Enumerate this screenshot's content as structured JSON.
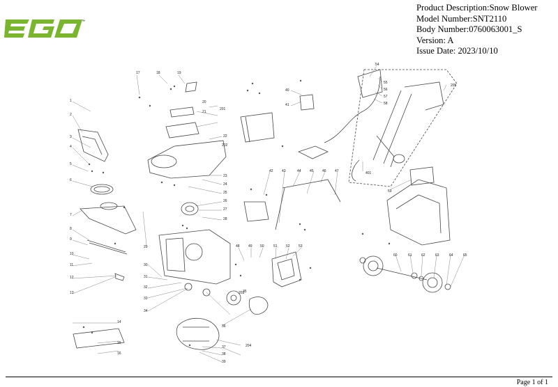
{
  "brand": {
    "name": "EGO",
    "trademark": "™",
    "accent": "#79b62d"
  },
  "info": {
    "description": "Product Description:Snow Blower",
    "model": "Model Number:SNT2110",
    "body": "Body Number:0760063001_S",
    "version": "Version: A",
    "issue_date": "Issue Date: 2023/10/10"
  },
  "footer": {
    "page": "Page 1 of 1"
  },
  "callouts": [
    "1",
    "2",
    "3",
    "4",
    "5",
    "6",
    "7",
    "8",
    "9",
    "10",
    "11",
    "12",
    "13",
    "14",
    "15",
    "16",
    "17",
    "18",
    "19",
    "20",
    "21",
    "22",
    "23",
    "24",
    "25",
    "26",
    "27",
    "28",
    "29",
    "30",
    "31",
    "32",
    "33",
    "34",
    "35",
    "36",
    "37",
    "38",
    "39",
    "40",
    "41",
    "42",
    "43",
    "44",
    "45",
    "46",
    "47",
    "48",
    "49",
    "50",
    "51",
    "52",
    "53",
    "54",
    "55",
    "56",
    "57",
    "58",
    "59",
    "60",
    "61",
    "62",
    "63",
    "64",
    "65",
    "201",
    "202",
    "203",
    "204",
    "205",
    "401"
  ]
}
